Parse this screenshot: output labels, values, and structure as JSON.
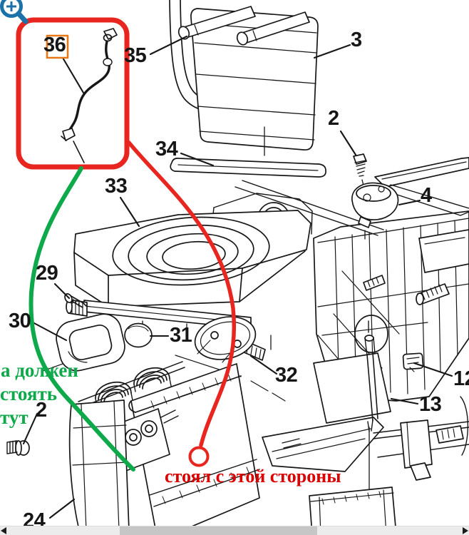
{
  "viewer": {
    "cursor_icon": "zoom-in-magnifier-icon",
    "cursor_color": "#1a72a8",
    "scrollbar": {
      "orientation": "horizontal",
      "left_arrow_icon": "scroll-left-arrow",
      "right_arrow_icon": "scroll-right-arrow"
    }
  },
  "diagram": {
    "type": "exploded-parts-diagram",
    "subject": "HVAC heater / evaporator housing assembly",
    "labels": [
      {
        "part": "36",
        "text": "36"
      },
      {
        "part": "35",
        "text": "35"
      },
      {
        "part": "3",
        "text": "3"
      },
      {
        "part": "2",
        "text": "2"
      },
      {
        "part": "34",
        "text": "34"
      },
      {
        "part": "4",
        "text": "4"
      },
      {
        "part": "33",
        "text": "33"
      },
      {
        "part": "29",
        "text": "29"
      },
      {
        "part": "30",
        "text": "30"
      },
      {
        "part": "31",
        "text": "31"
      },
      {
        "part": "32",
        "text": "32"
      },
      {
        "part": "2",
        "text": "2"
      },
      {
        "part": "24",
        "text": "24"
      },
      {
        "part": "12",
        "text": "12"
      },
      {
        "part": "13",
        "text": "13"
      }
    ]
  },
  "annotations": {
    "highlighted_part": "36",
    "red_box_color": "#e8251f",
    "orange_box_color": "#e67817",
    "green_color": "#0ea94a",
    "red_text_color": "#dd0000",
    "green_note_line1": "а должен",
    "green_note_line2": "стоять",
    "green_note_line3": "тут",
    "red_note": "стоял с этой стороны"
  }
}
